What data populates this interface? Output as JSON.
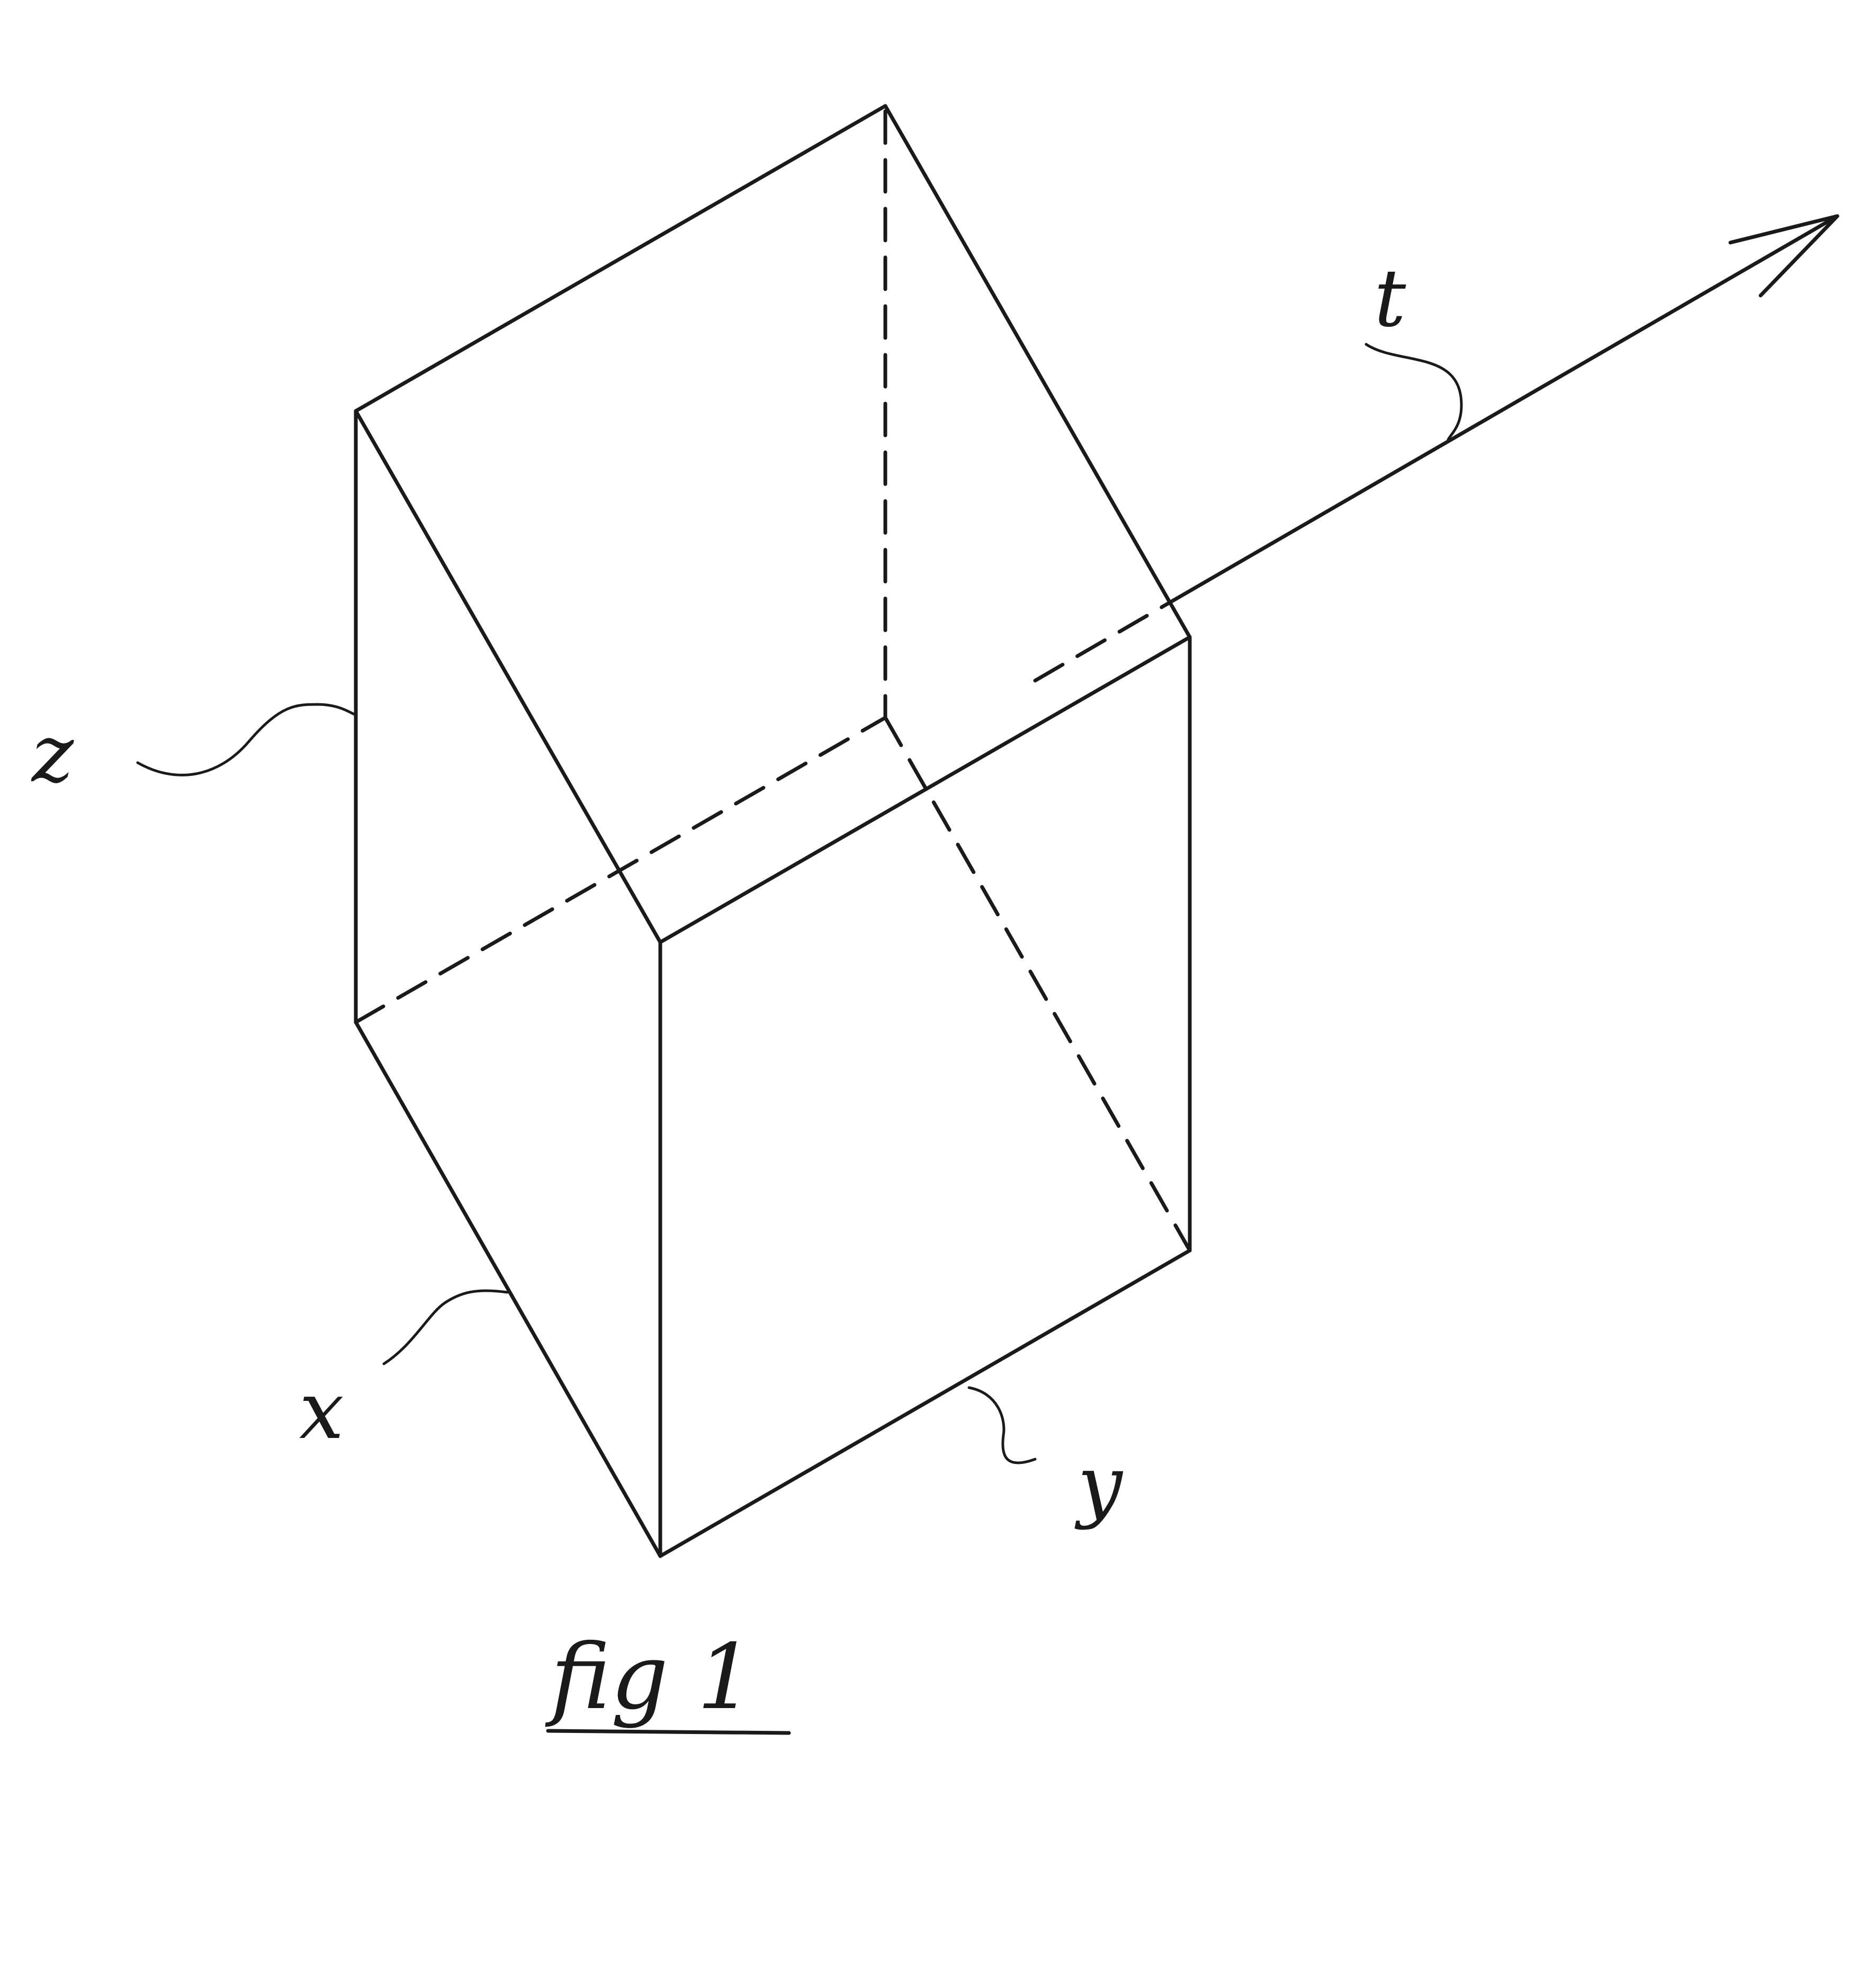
{
  "labels": {
    "t": "t",
    "z": "z",
    "x": "x",
    "y": "y"
  },
  "caption": "fig 1"
}
